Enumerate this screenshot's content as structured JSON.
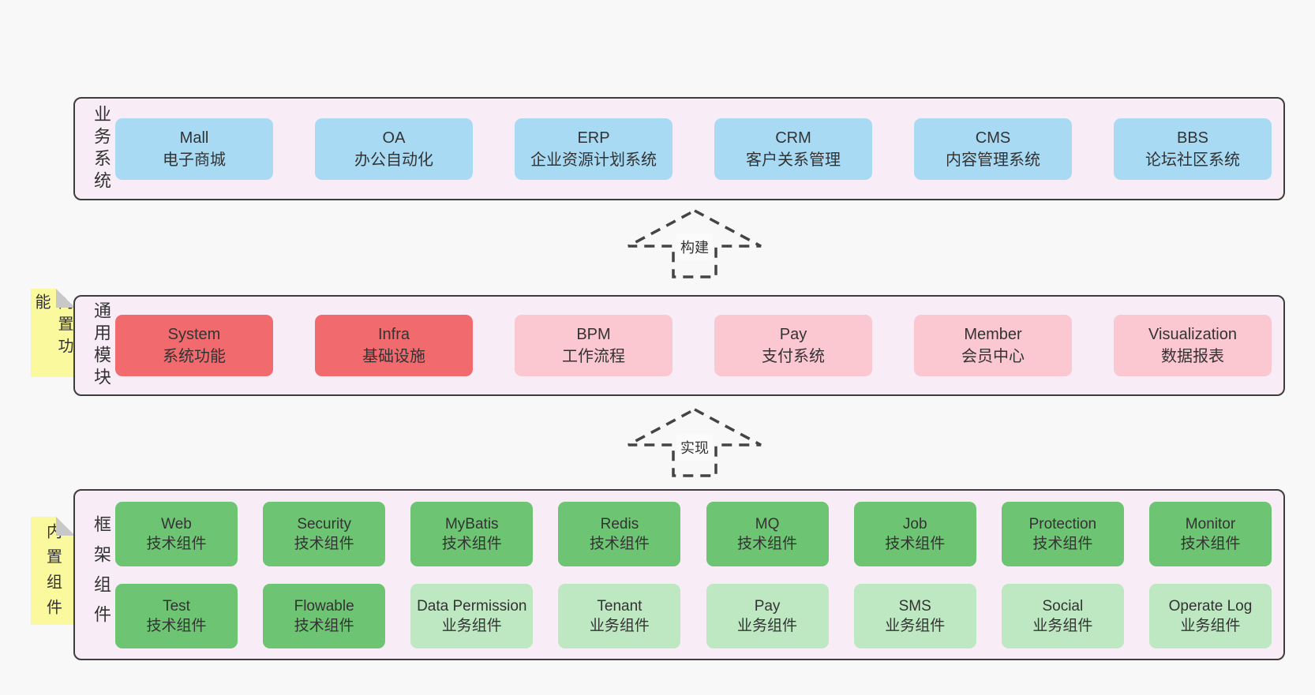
{
  "diagram": {
    "colors": {
      "page_background": "#f8f8f8",
      "band_background": "#f8edf6",
      "border_dark": "#3d3d3d",
      "text_dark": "#333333",
      "box_blue": "#a8daf4",
      "box_red": "#f16a6d",
      "box_pink": "#fbc7d1",
      "box_green": "#6dc473",
      "box_green_light": "#bde8c2",
      "note_yellow": "#fbf99e",
      "note_fold": "#c8c8c8",
      "arrow_dash": "#444444"
    },
    "arrows": [
      {
        "label": "构建"
      },
      {
        "label": "实现"
      }
    ],
    "bands": [
      {
        "label": "业务系统",
        "note": "",
        "rows": [
          [
            {
              "name": "Mall",
              "desc": "电子商城",
              "type": "blue"
            },
            {
              "name": "OA",
              "desc": "办公自动化",
              "type": "blue"
            },
            {
              "name": "ERP",
              "desc": "企业资源计划系统",
              "type": "blue"
            },
            {
              "name": "CRM",
              "desc": "客户关系管理",
              "type": "blue"
            },
            {
              "name": "CMS",
              "desc": "内容管理系统",
              "type": "blue"
            },
            {
              "name": "BBS",
              "desc": "论坛社区系统",
              "type": "blue"
            }
          ]
        ]
      },
      {
        "label": "通用模块",
        "note": "内置功能",
        "rows": [
          [
            {
              "name": "System",
              "desc": "系统功能",
              "type": "red"
            },
            {
              "name": "Infra",
              "desc": "基础设施",
              "type": "red"
            },
            {
              "name": "BPM",
              "desc": "工作流程",
              "type": "pink"
            },
            {
              "name": "Pay",
              "desc": "支付系统",
              "type": "pink"
            },
            {
              "name": "Member",
              "desc": "会员中心",
              "type": "pink"
            },
            {
              "name": "Visualization",
              "desc": "数据报表",
              "type": "pink"
            }
          ]
        ]
      },
      {
        "label": "框架组件",
        "note": "内置组件",
        "rows": [
          [
            {
              "name": "Web",
              "desc": "技术组件",
              "type": "green"
            },
            {
              "name": "Security",
              "desc": "技术组件",
              "type": "green"
            },
            {
              "name": "MyBatis",
              "desc": "技术组件",
              "type": "green"
            },
            {
              "name": "Redis",
              "desc": "技术组件",
              "type": "green"
            },
            {
              "name": "MQ",
              "desc": "技术组件",
              "type": "green"
            },
            {
              "name": "Job",
              "desc": "技术组件",
              "type": "green"
            },
            {
              "name": "Protection",
              "desc": "技术组件",
              "type": "green"
            },
            {
              "name": "Monitor",
              "desc": "技术组件",
              "type": "green"
            }
          ],
          [
            {
              "name": "Test",
              "desc": "技术组件",
              "type": "green"
            },
            {
              "name": "Flowable",
              "desc": "技术组件",
              "type": "green"
            },
            {
              "name": "Data Permission",
              "desc": "业务组件",
              "type": "green_light"
            },
            {
              "name": "Tenant",
              "desc": "业务组件",
              "type": "green_light"
            },
            {
              "name": "Pay",
              "desc": "业务组件",
              "type": "green_light"
            },
            {
              "name": "SMS",
              "desc": "业务组件",
              "type": "green_light"
            },
            {
              "name": "Social",
              "desc": "业务组件",
              "type": "green_light"
            },
            {
              "name": "Operate Log",
              "desc": "业务组件",
              "type": "green_light"
            }
          ]
        ]
      }
    ]
  }
}
